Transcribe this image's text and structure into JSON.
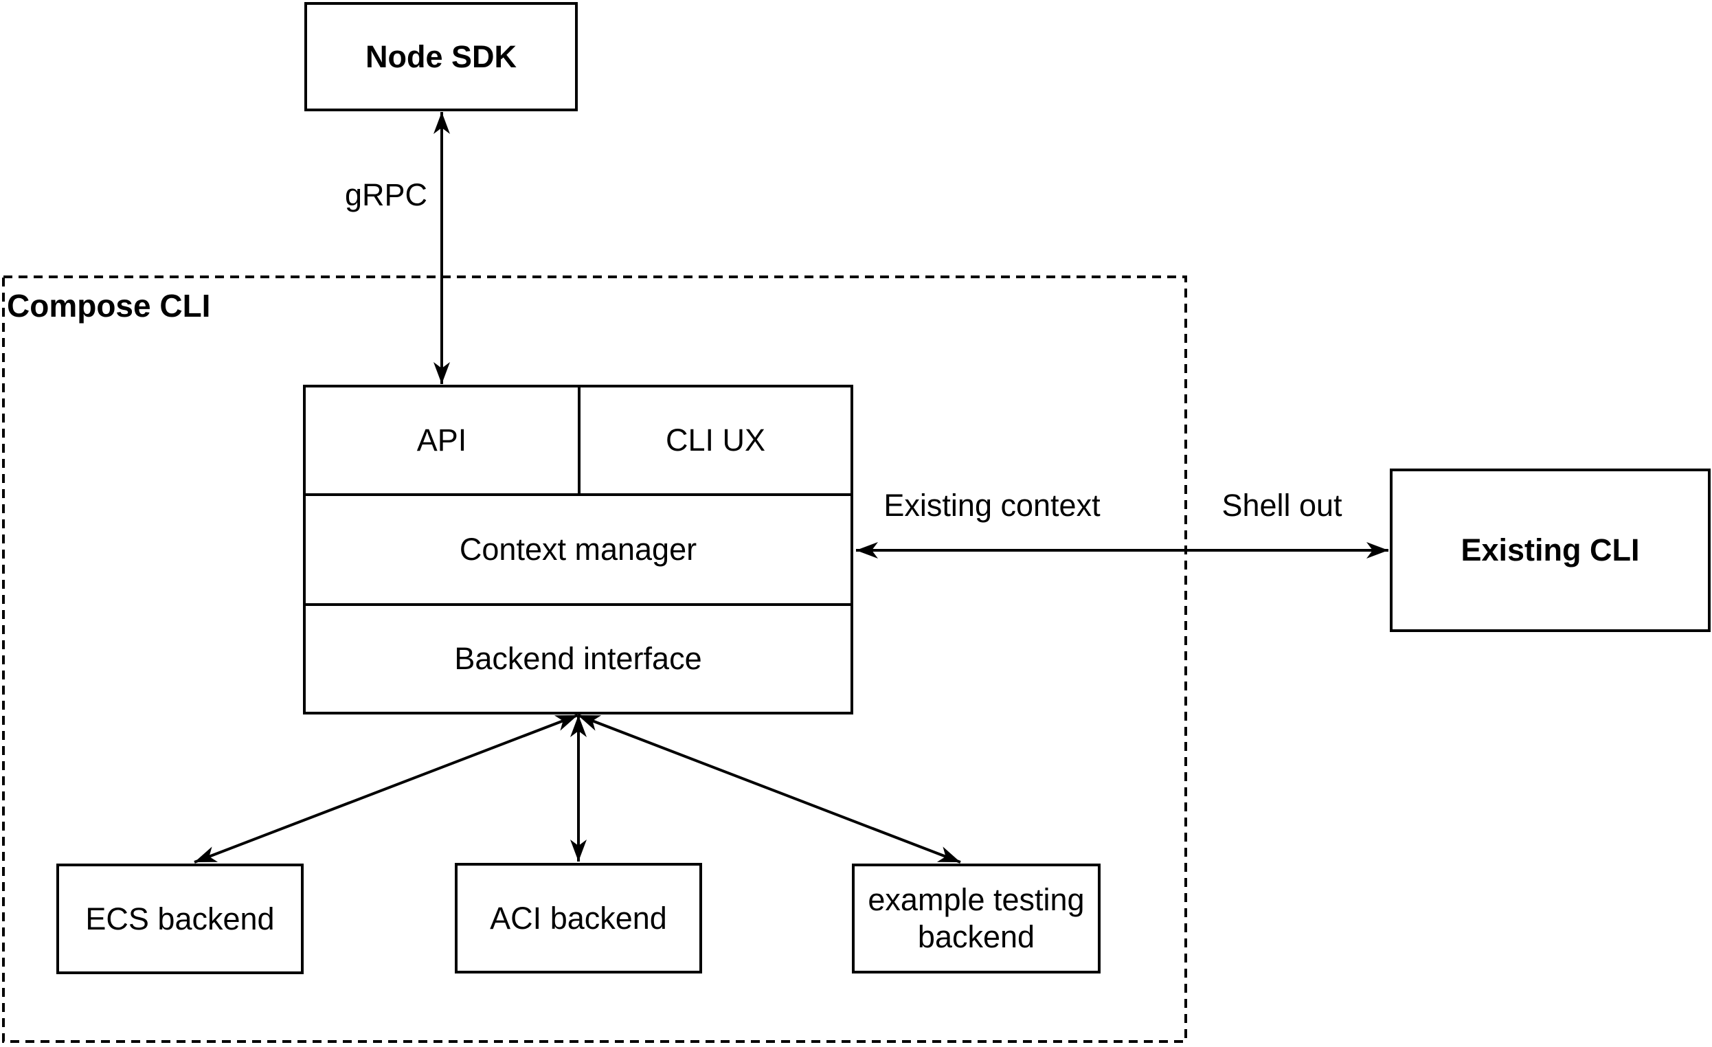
{
  "diagram": {
    "colors": {
      "stroke": "#000000",
      "fill": "#ffffff",
      "background": "#ffffff"
    },
    "nodes": {
      "node_sdk": {
        "label": "Node SDK"
      },
      "compose_cli": {
        "label": "Compose CLI"
      },
      "api": {
        "label": "API"
      },
      "cli_ux": {
        "label": "CLI UX"
      },
      "context_manager": {
        "label": "Context manager"
      },
      "backend_interface": {
        "label": "Backend interface"
      },
      "existing_cli": {
        "label": "Existing CLI"
      },
      "ecs_backend": {
        "label": "ECS backend"
      },
      "aci_backend": {
        "label": "ACI backend"
      },
      "example_testing_backend": {
        "label": "example testing backend"
      }
    },
    "edge_labels": {
      "grpc": "gRPC",
      "existing_context": "Existing context",
      "shell_out": "Shell out"
    }
  }
}
